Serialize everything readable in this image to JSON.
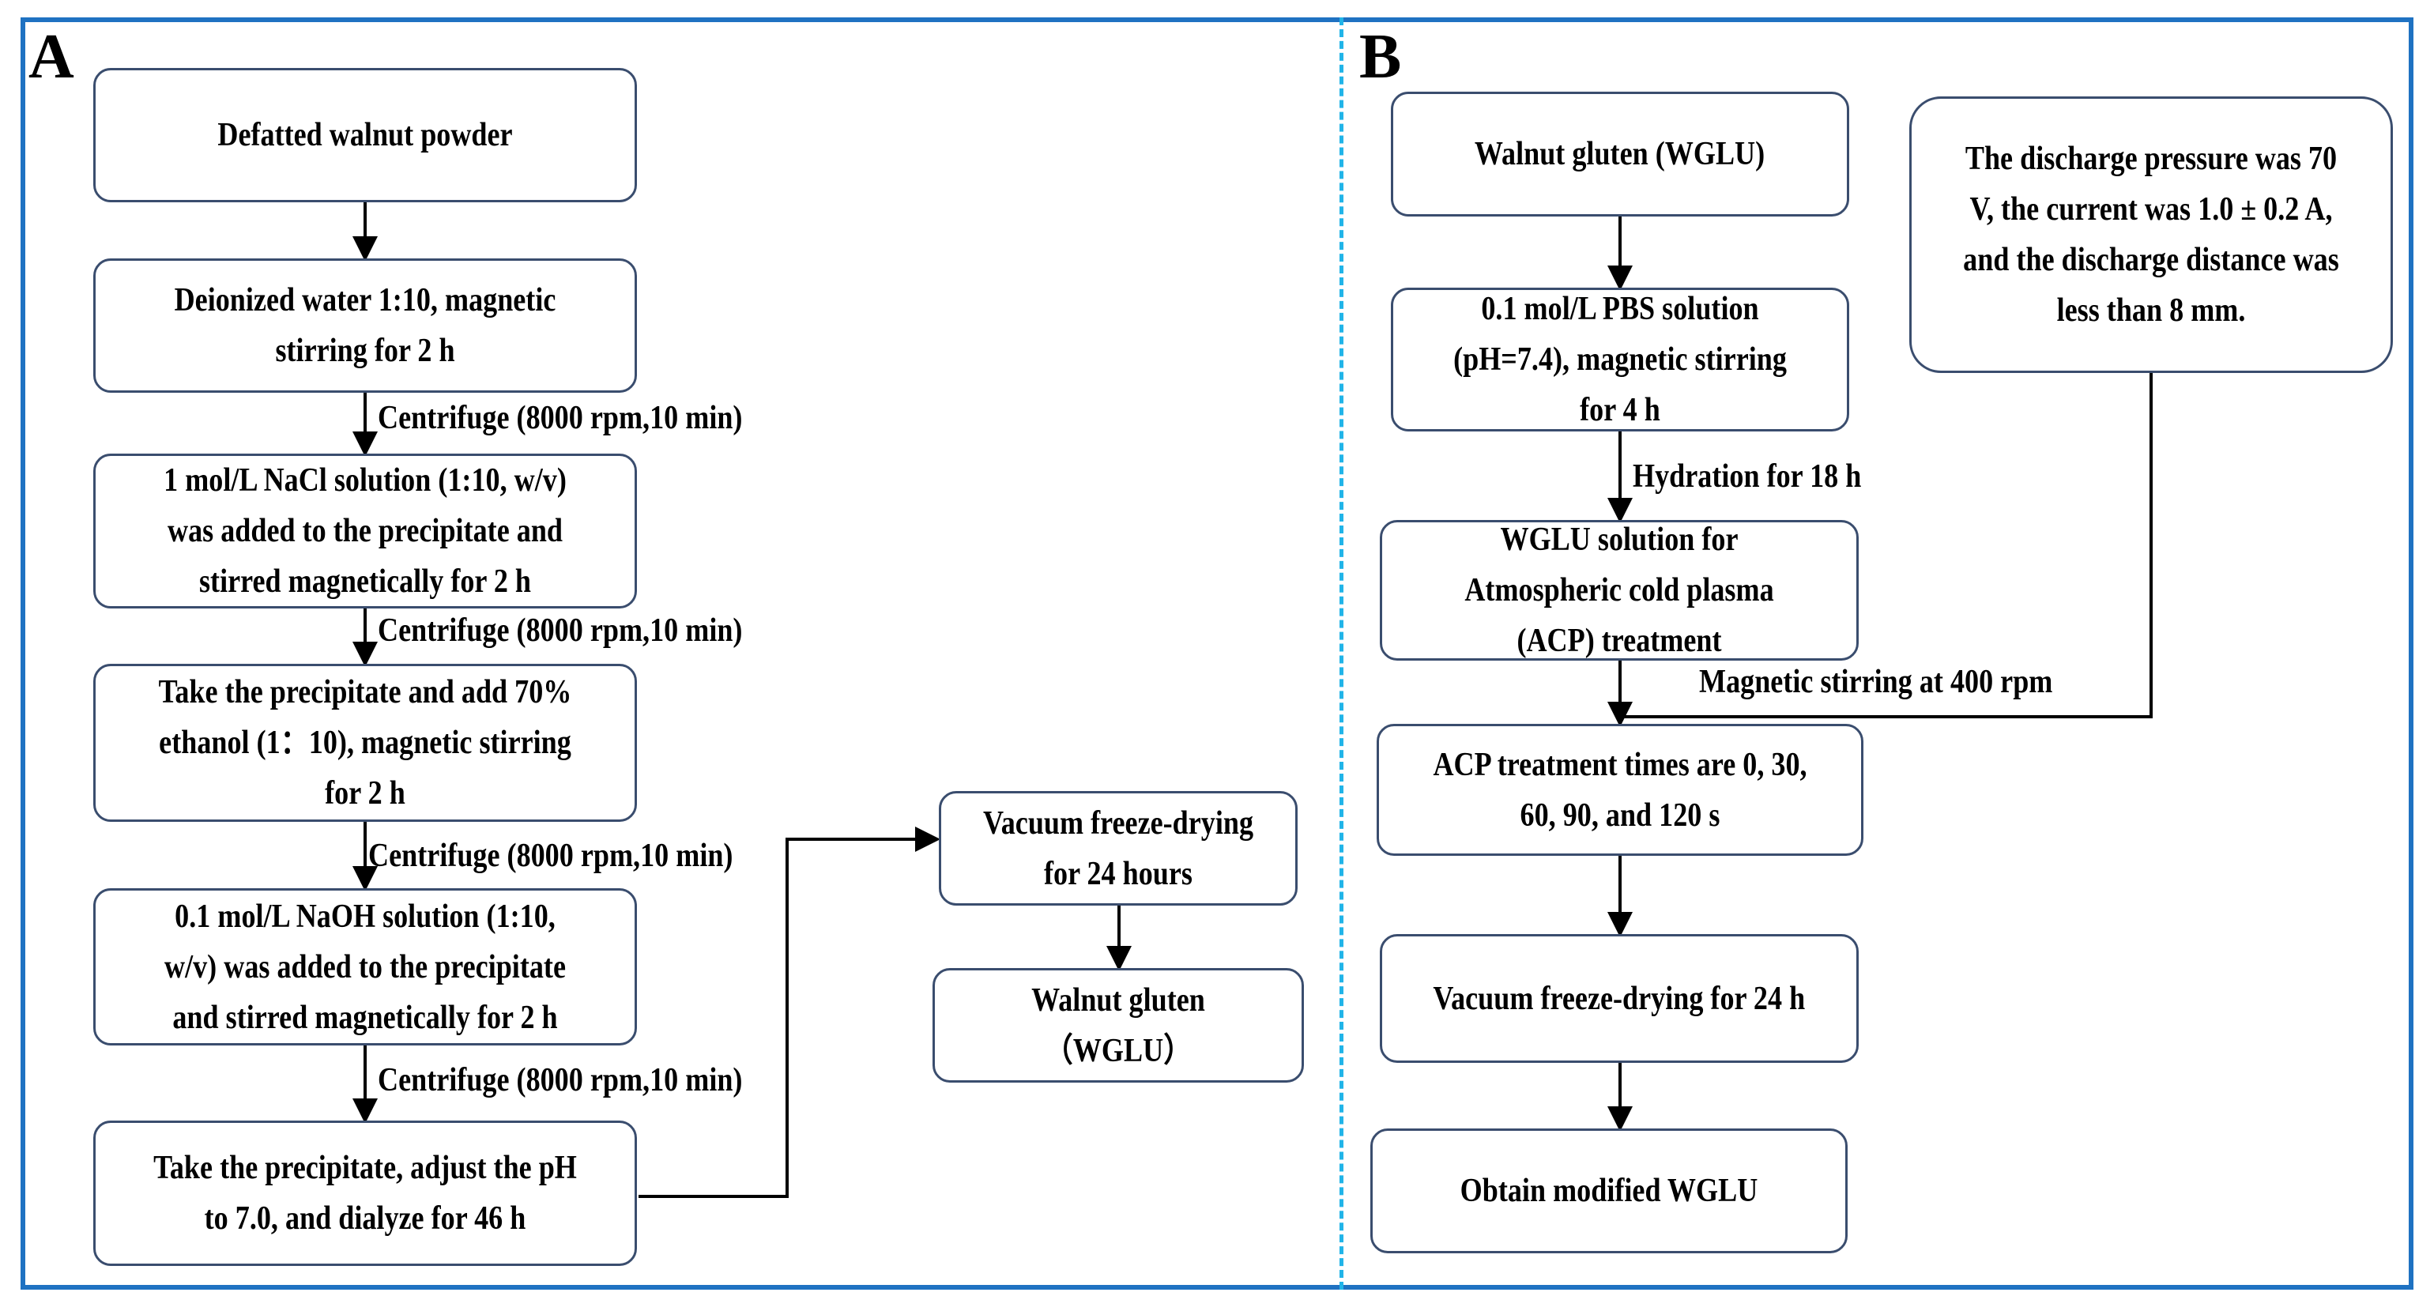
{
  "panel_a": {
    "letter": "A",
    "boxes": [
      "Defatted walnut powder",
      "Deionized water 1:10, magnetic stirring for 2 h",
      "1 mol/L NaCl solution (1:10, w/v) was added to the precipitate and stirred magnetically for 2 h",
      "Take the precipitate and add 70% ethanol (1：10), magnetic stirring for 2 h",
      "0.1 mol/L NaOH solution (1:10, w/v) was added to the precipitate and stirred magnetically for 2 h",
      "Take the precipitate, adjust the pH to 7.0, and dialyze for 46 h",
      "Vacuum freeze-drying for 24 hours",
      "Walnut gluten（WGLU）"
    ],
    "labels": [
      "Centrifuge (8000 rpm,10 min)",
      "Centrifuge (8000 rpm,10 min)",
      "Centrifuge (8000 rpm,10 min)",
      "Centrifuge (8000 rpm,10 min)"
    ]
  },
  "panel_b": {
    "letter": "B",
    "boxes": [
      "Walnut gluten (WGLU)",
      "0.1 mol/L PBS solution (pH=7.4), magnetic stirring for 4 h",
      "WGLU solution for Atmospheric cold plasma (ACP) treatment",
      "ACP treatment times are 0, 30, 60, 90, and 120 s",
      "Vacuum freeze-drying for 24 h",
      "Obtain modified WGLU"
    ],
    "conditions_note": "The discharge pressure was 70 V, the current was 1.0 ± 0.2 A, and the discharge distance was less than 8 mm.",
    "labels": [
      "Hydration for 18 h",
      "Magnetic stirring at 400 rpm"
    ]
  },
  "colors": {
    "frame": "#1f72c2",
    "divider": "#21b4e8",
    "box_border": "#3a4d6e"
  }
}
